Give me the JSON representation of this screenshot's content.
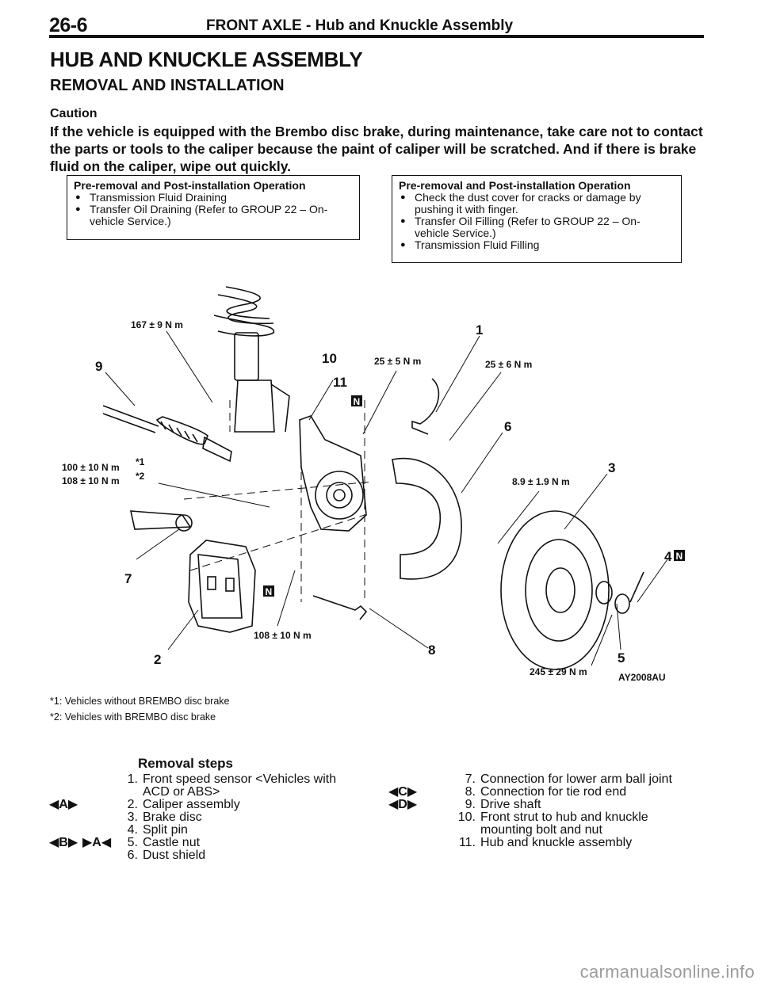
{
  "header": {
    "page_number": "26-6",
    "running_title": "FRONT AXLE  -  Hub and Knuckle Assembly"
  },
  "title": "HUB AND KNUCKLE ASSEMBLY",
  "subtitle": "REMOVAL AND INSTALLATION",
  "caution": {
    "label": "Caution",
    "text": "If the vehicle is equipped with the Brembo disc brake, during maintenance, take care not to contact the parts or tools to the caliper because the paint of caliper will be scratched. And if there is brake fluid on the caliper, wipe out quickly."
  },
  "pre_removal": {
    "title": "Pre-removal and Post-installation Operation",
    "items": [
      "Transmission Fluid Draining",
      "Transfer Oil Draining (Refer to GROUP 22 – On-vehicle Service.)"
    ]
  },
  "post_installation": {
    "title": "Pre-removal and Post-installation Operation",
    "items": [
      "Check the dust cover for cracks or damage by pushing it with finger.",
      "Transfer Oil Filling (Refer to GROUP 22 – On-vehicle Service.)",
      "Transmission Fluid Filling"
    ]
  },
  "diagram": {
    "part_numbers": [
      "1",
      "2",
      "3",
      "4",
      "5",
      "6",
      "7",
      "8",
      "9",
      "10",
      "11"
    ],
    "torques": {
      "t9": "167 ±  9 N m",
      "t1a": "25 ±  5 N m",
      "t1b": "25 ±  6 N m",
      "t7a": "100 ±  10 N m",
      "t7b": "108 ±  10 N m",
      "t3": "8.9 ±  1.9 N m",
      "t8": "108 ±  10 N m",
      "t5": "245 ±  29 N m"
    },
    "star1": "*1",
    "star2": "*2",
    "new_part_mark": "N",
    "figure_id": "AY2008AU"
  },
  "notes": [
    "*1: Vehicles without BREMBO disc brake",
    "*2: Vehicles with BREMBO disc brake"
  ],
  "removal_steps": {
    "title": "Removal steps",
    "left": [
      {
        "num": "1.",
        "text": "Front speed sensor <Vehicles with ACD or ABS>"
      },
      {
        "num": "2.",
        "text": "Caliper assembly"
      },
      {
        "num": "3.",
        "text": "Brake disc"
      },
      {
        "num": "4.",
        "text": "Split pin"
      },
      {
        "num": "5.",
        "text": "Castle nut"
      },
      {
        "num": "6.",
        "text": "Dust shield"
      }
    ],
    "right": [
      {
        "num": "7.",
        "text": "Connection for lower arm ball joint"
      },
      {
        "num": "8.",
        "text": "Connection for tie rod end"
      },
      {
        "num": "9.",
        "text": "Drive shaft"
      },
      {
        "num": "10.",
        "text": "Front strut to hub and knuckle mounting bolt and nut"
      },
      {
        "num": "11.",
        "text": "Hub and knuckle assembly"
      }
    ],
    "markers": {
      "a": "◀A▶",
      "b": "◀B▶",
      "b2": "▶A◀",
      "c": "◀C▶",
      "d": "◀D▶"
    }
  },
  "watermark": "carmanualsonline.info"
}
